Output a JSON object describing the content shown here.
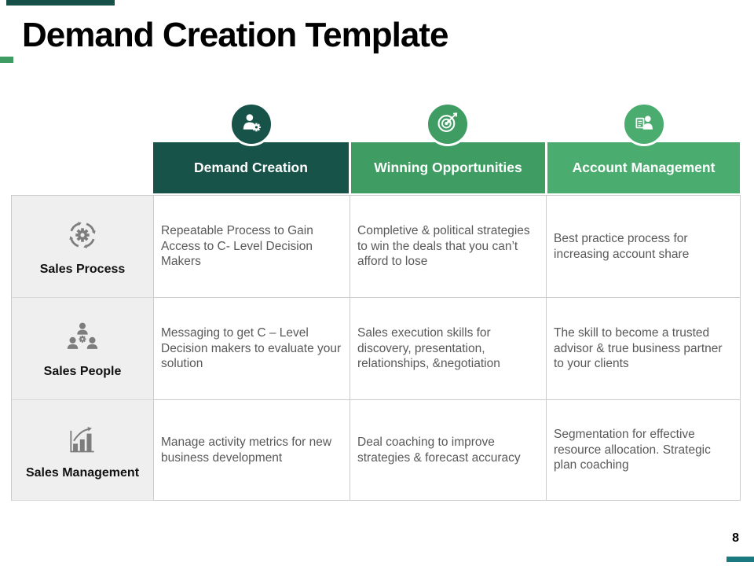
{
  "slide": {
    "title": "Demand Creation Template",
    "page_number": "8"
  },
  "colors": {
    "header_col1_teal_dark": "#175349",
    "header_col2_green": "#3F9C63",
    "header_col3_green_light": "#4BAC70",
    "top_bar_teal": "#175049",
    "accent_dash_green": "#3F9C63",
    "footer_bar_teal": "#1B7A80",
    "row_header_bg": "#F0EFEF",
    "cell_text_gray": "#595959",
    "icon_gray": "#7D7D7D",
    "border_gray": "#CCCCCC"
  },
  "table": {
    "columns": [
      {
        "label": "Demand Creation",
        "icon": "user-gear-icon"
      },
      {
        "label": "Winning Opportunities",
        "icon": "target-dart-icon"
      },
      {
        "label": "Account Management",
        "icon": "person-document-icon"
      }
    ],
    "rows": [
      {
        "label": "Sales Process",
        "icon": "process-cycle-gear-icon",
        "cells": [
          "Repeatable Process to Gain Access to C- Level Decision Makers",
          "Completive & political strategies to win the deals that you can’t afford to lose",
          "Best practice process for increasing account share"
        ]
      },
      {
        "label": "Sales People",
        "icon": "people-gear-icon",
        "cells": [
          "Messaging to get C – Level Decision makers to evaluate your solution",
          "Sales execution skills for discovery, presentation, relationships, &negotiation",
          "The skill to become a trusted advisor & true business partner to your clients"
        ]
      },
      {
        "label": "Sales Management",
        "icon": "bar-chart-growth-icon",
        "cells": [
          "Manage activity metrics for new business development",
          "Deal coaching to improve strategies & forecast accuracy",
          "Segmentation for effective resource allocation. Strategic plan coaching"
        ]
      }
    ]
  }
}
